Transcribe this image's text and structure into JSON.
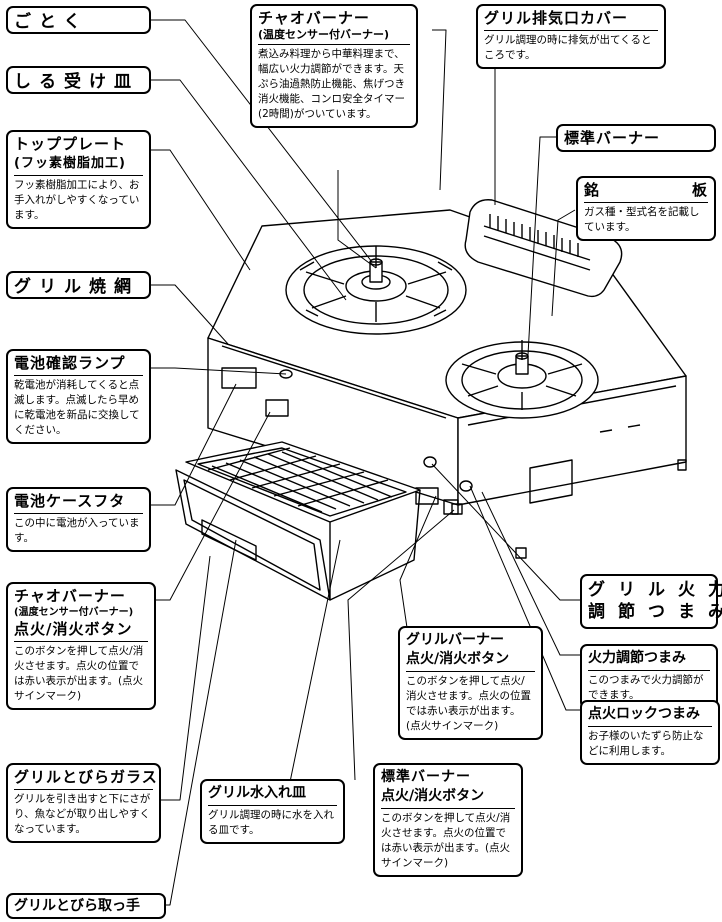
{
  "labels": {
    "gotoku": {
      "title": "ごとく"
    },
    "shiru": {
      "title": "しる受け皿"
    },
    "top_plate": {
      "title": "トッププレート",
      "subtitle": "(フッ素樹脂加工)",
      "desc": "フッ素樹脂加工により、お手入れがしやすくなっています。"
    },
    "grill_net": {
      "title": "グリル焼網"
    },
    "battery_lamp": {
      "title": "電池確認ランプ",
      "desc": "乾電池が消耗してくると点滅します。点滅したら早めに乾電池を新品に交換してください。"
    },
    "battery_cover": {
      "title": "電池ケースフタ",
      "desc": "この中に電池が入っています。"
    },
    "chao_button": {
      "title": "チャオバーナー",
      "subtitle": "(温度センサー付バーナー)",
      "title2": "点火/消火ボタン",
      "desc": "このボタンを押して点火/消火させます。点火の位置では赤い表示が出ます。(点火サインマーク)"
    },
    "grill_glass": {
      "title": "グリルとびらガラス",
      "desc": "グリルを引き出すと下にさがり、魚などが取り出しやすくなっています。"
    },
    "grill_handle": {
      "title": "グリルとびら取っ手"
    },
    "chao_burner": {
      "title": "チャオバーナー",
      "subtitle": "(温度センサー付バーナー)",
      "desc": "煮込み料理から中華料理まで、幅広い火力調節ができます。天ぷら油過熱防止機能、焦げつき消火機能、コンロ安全タイマー(2時間)がついています。"
    },
    "grill_exhaust": {
      "title": "グリル排気口カバー",
      "desc": "グリル調理の時に排気が出てくるところです。"
    },
    "std_burner": {
      "title": "標準バーナー"
    },
    "nameplate": {
      "title_left": "銘",
      "title_right": "板",
      "desc": "ガス種・型式名を記載しています。"
    },
    "grill_knob": {
      "title_line1": "グリル火力",
      "title_line2": "調節つまみ"
    },
    "heat_knob": {
      "title": "火力調節つまみ",
      "desc": "このつまみで火力調節ができます。"
    },
    "lock_knob": {
      "title": "点火ロックつまみ",
      "desc": "お子様のいたずら防止などに利用します。"
    },
    "grill_burner_button": {
      "title": "グリルバーナー",
      "title2": "点火/消火ボタン",
      "desc": "このボタンを押して点火/消火させます。点火の位置では赤い表示が出ます。(点火サインマーク)"
    },
    "water_tray": {
      "title": "グリル水入れ皿",
      "desc": "グリル調理の時に水を入れる皿です。"
    },
    "std_button": {
      "title": "標準バーナー",
      "title2": "点火/消火ボタン",
      "desc": "このボタンを押して点火/消火させます。点火の位置では赤い表示が出ます。(点火サインマーク)"
    }
  }
}
